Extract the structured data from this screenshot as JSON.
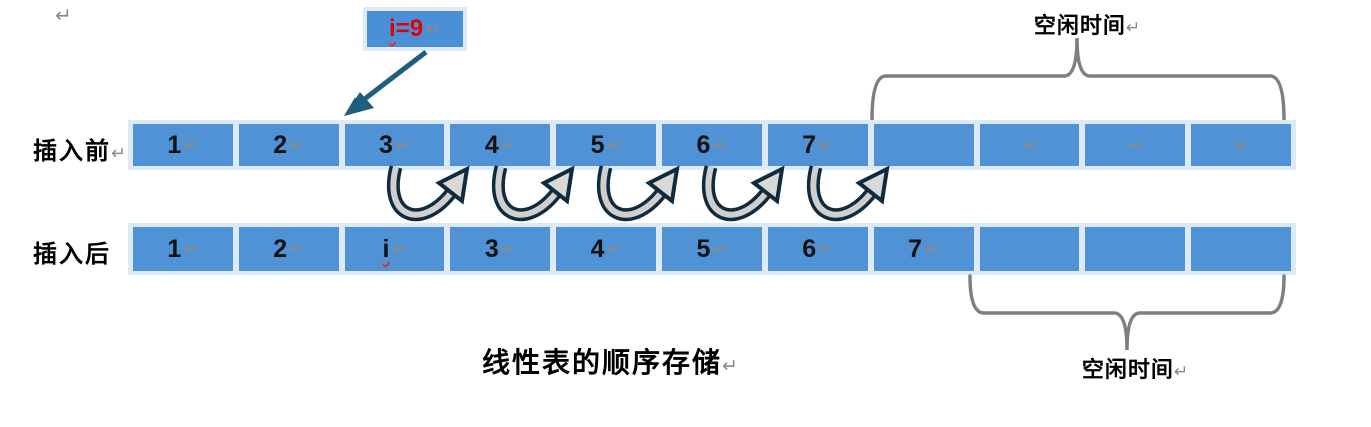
{
  "document": {
    "stray_mark": "↵",
    "caption": {
      "text": "线性表的顺序存储",
      "mark": "↵"
    }
  },
  "pointer_box": {
    "word": "i",
    "rest": "=9",
    "mark": "↵"
  },
  "labels": {
    "top_idle": {
      "text": "空闲时间",
      "mark": "↵"
    },
    "bottom_idle": {
      "text": "空闲时间",
      "mark": "↵"
    }
  },
  "rows": {
    "before": {
      "label": "插入前",
      "mark": "↵",
      "cells": [
        {
          "v": "1",
          "m": "↵"
        },
        {
          "v": "2",
          "m": "↵"
        },
        {
          "v": "3",
          "m": "↵"
        },
        {
          "v": "4",
          "m": "↵"
        },
        {
          "v": "5",
          "m": "↵"
        },
        {
          "v": "6",
          "m": "↵"
        },
        {
          "v": "7",
          "m": "↵"
        },
        {
          "v": "",
          "m": ""
        },
        {
          "v": "",
          "m": "↵"
        },
        {
          "v": "",
          "m": "↵"
        },
        {
          "v": "",
          "m": "↵"
        }
      ]
    },
    "after": {
      "label": "插入后",
      "mark": "",
      "cells": [
        {
          "v": "1",
          "m": "↵"
        },
        {
          "v": "2",
          "m": "↵"
        },
        {
          "v": "i",
          "m": "↵"
        },
        {
          "v": "3",
          "m": "↵"
        },
        {
          "v": "4",
          "m": "↵"
        },
        {
          "v": "5",
          "m": "↵"
        },
        {
          "v": "6",
          "m": "↵"
        },
        {
          "v": "7",
          "m": "↵"
        },
        {
          "v": "",
          "m": ""
        },
        {
          "v": "",
          "m": ""
        },
        {
          "v": "",
          "m": ""
        }
      ]
    }
  },
  "colors": {
    "cell_fill": "#4f93d6",
    "cell_frame": "#dce9f7",
    "callout_fill": "#4a90d8",
    "callout_text": "#e30000",
    "straight_arrow": "#205e80",
    "curve_arrow_outline": "#0f2b3d",
    "curve_arrow_fill": "#d0d0d0",
    "brace": "#7f7f7f",
    "format_mark": "#8f8a80"
  }
}
